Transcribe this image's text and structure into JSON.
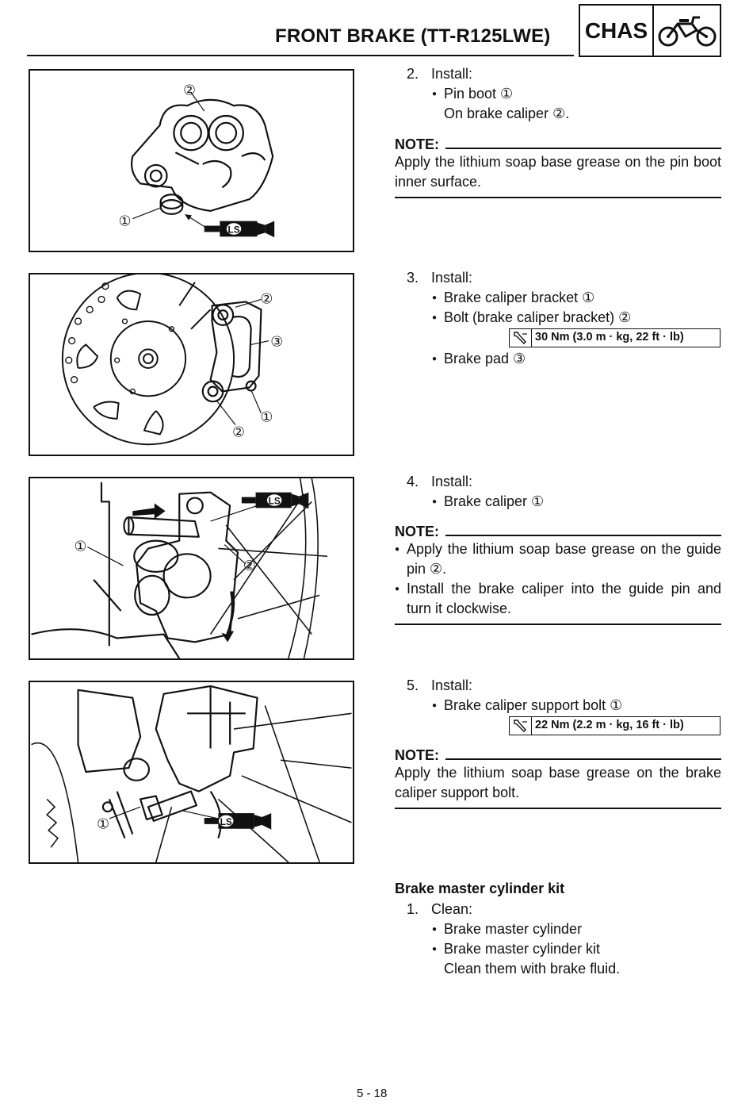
{
  "header": {
    "title": "FRONT BRAKE (TT-R125LWE)",
    "section_label": "CHAS",
    "section_icon": "motorcycle-icon"
  },
  "figures": [
    {
      "callouts": [
        "②",
        "①"
      ],
      "lubricant_label": "LS"
    },
    {
      "callouts": [
        "②",
        "③",
        "①",
        "②"
      ]
    },
    {
      "callouts": [
        "①",
        "②"
      ],
      "lubricant_label": "LS"
    },
    {
      "callouts": [
        "①"
      ],
      "lubricant_label": "LS"
    }
  ],
  "step2": {
    "number": "2.",
    "action": "Install:",
    "item1": "Pin boot ①",
    "item1_sub": "On brake caliper ②.",
    "note_label": "NOTE:",
    "note_text": "Apply the lithium soap base grease on the pin boot inner surface."
  },
  "step3": {
    "number": "3.",
    "action": "Install:",
    "item1": "Brake caliper bracket ①",
    "item2": "Bolt (brake caliper bracket) ②",
    "torque": "30 Nm (3.0 m · kg, 22 ft · lb)",
    "item3": "Brake pad ③"
  },
  "step4": {
    "number": "4.",
    "action": "Install:",
    "item1": "Brake caliper ①",
    "note_label": "NOTE:",
    "note_items": [
      "Apply the lithium soap base grease on the guide pin ②.",
      "Install the brake caliper into the guide pin and turn it clockwise."
    ]
  },
  "step5": {
    "number": "5.",
    "action": "Install:",
    "item1": "Brake caliper support bolt ①",
    "torque": "22 Nm (2.2 m · kg, 16 ft · lb)",
    "note_label": "NOTE:",
    "note_text": "Apply the lithium soap base grease on the brake caliper support bolt."
  },
  "master_cylinder": {
    "heading": "Brake master cylinder kit",
    "number": "1.",
    "action": "Clean:",
    "item1": "Brake master cylinder",
    "item2": "Brake master cylinder kit",
    "item2_sub": "Clean them with brake fluid."
  },
  "footer": {
    "page_number": "5 - 18"
  }
}
